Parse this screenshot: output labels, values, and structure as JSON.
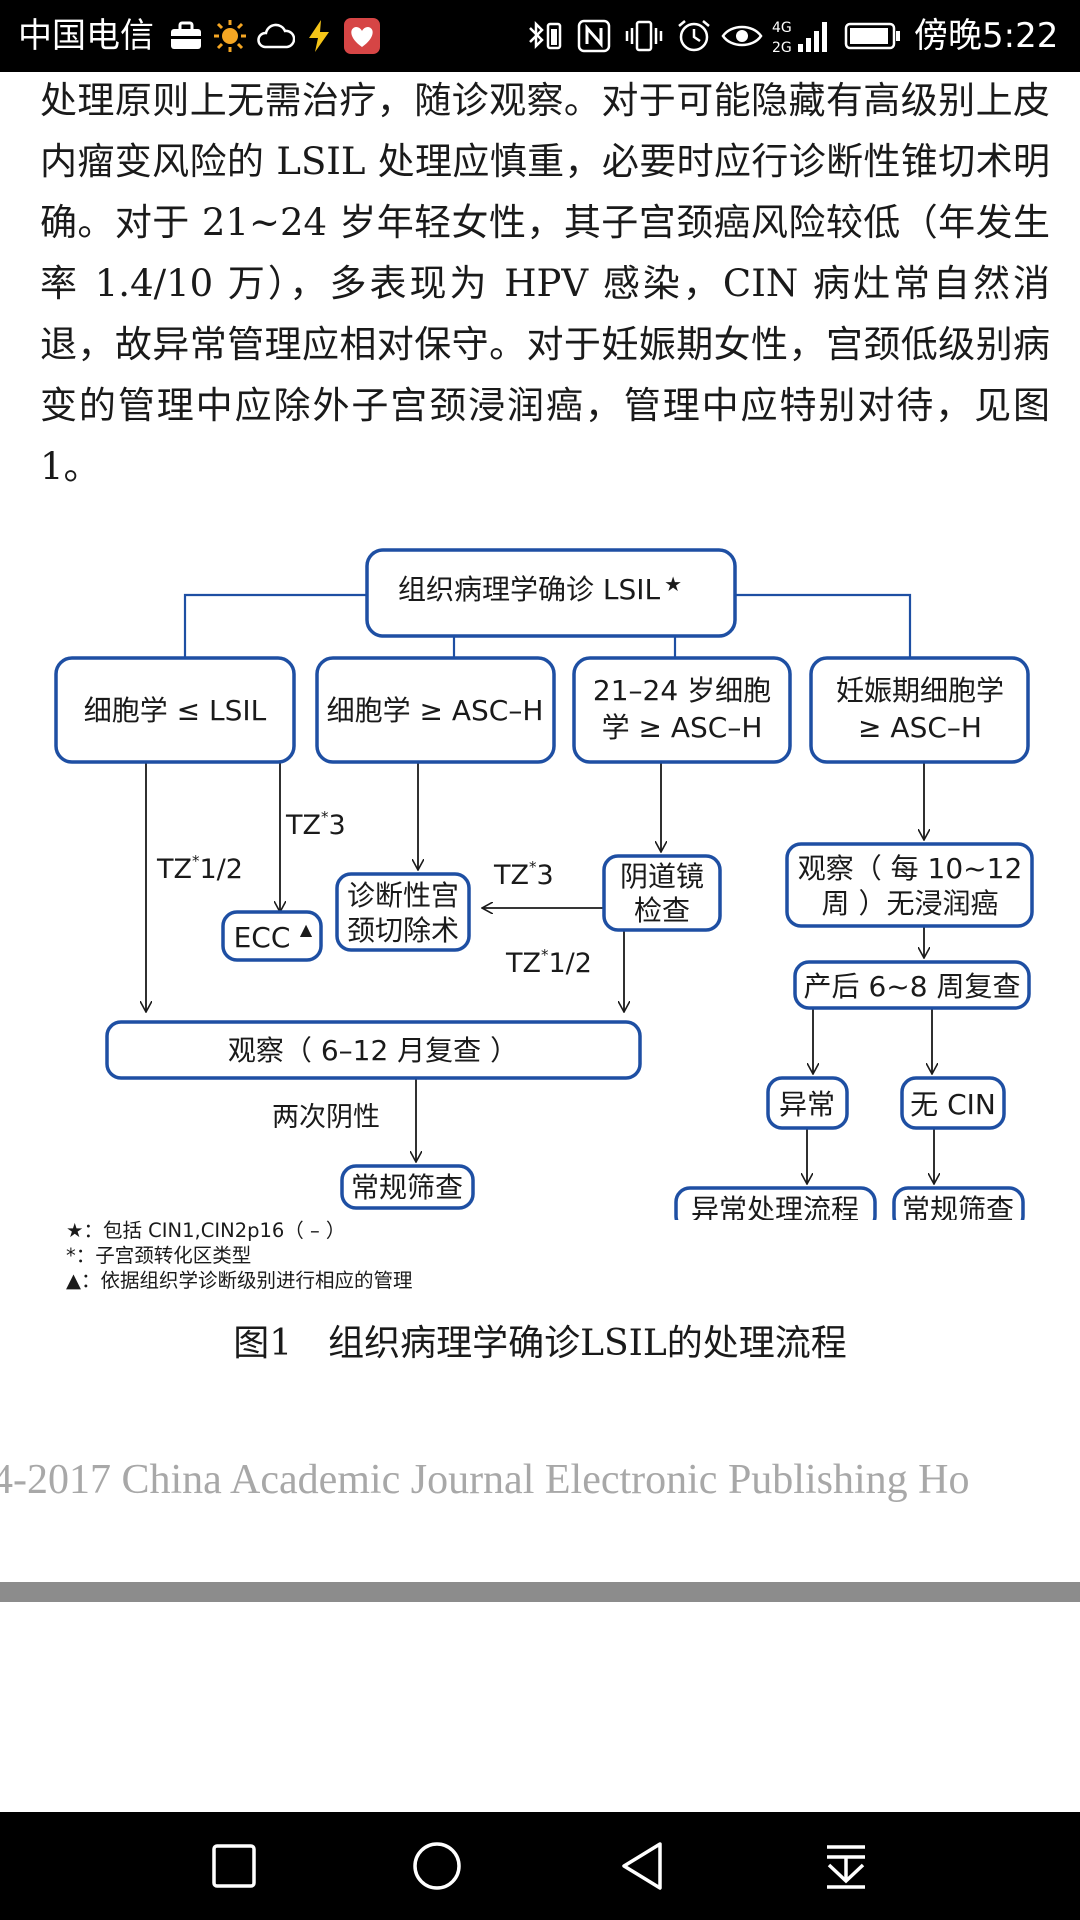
{
  "status_bar": {
    "carrier": "中国电信",
    "network": "4G 2G",
    "time": "傍晚5:22"
  },
  "article": {
    "text": "处理原则上无需治疗，随诊观察。对于可能隐藏有高级别上皮内瘤变风险的 LSIL 处理应慎重，必要时应行诊断性锥切术明确。对于 21~24 岁年轻女性，其子宫颈癌风险较低（年发生率 1.4/10 万），多表现为 HPV 感染，CIN 病灶常自然消退，故异常管理应相对保守。对于妊娠期女性，宫颈低级别病变的管理中应除外子宫颈浸润癌，管理中应特别对待，见图 1。"
  },
  "figure": {
    "nodes": {
      "root": "组织病理学确诊 LSIL",
      "root_mark": "★",
      "cyto_lsil": "细胞学 ≤ LSIL",
      "cyto_asch": "细胞学 ≥ ASC–H",
      "age_line1": "21–24 岁细胞",
      "age_line2": "学 ≥ ASC–H",
      "preg_line1": "妊娠期细胞学",
      "preg_line2": "≥ ASC–H",
      "ecc": "ECC",
      "ecc_mark": "▲",
      "cone_line1": "诊断性宫",
      "cone_line2": "颈切除术",
      "colpo_line1": "阴道镜",
      "colpo_line2": "检查",
      "obs_preg_line1": "观察（ 每 10~12",
      "obs_preg_line2": "周 ）无浸润癌",
      "postpartum": "产后 6~8 周复查",
      "observe": "观察（ 6–12 月复查 ）",
      "routine_left": "常规筛查",
      "abnormal": "异常",
      "no_cin": "无 CIN",
      "abnormal_flow": "异常处理流程",
      "routine_right": "常规筛查"
    },
    "edge_labels": {
      "tz_prefix": "TZ",
      "sup": "*",
      "tz12_left": "1/2",
      "tz3_left": "3",
      "tz3_mid": "3",
      "tz12_mid": "1/2",
      "two_negative": "两次阴性"
    },
    "notes": [
      "★：包括 CIN1,CIN2p16（ – ）",
      "*：子宫颈转化区类型",
      "▲：依据组织学诊断级别进行相应的管理"
    ],
    "caption": "图1　组织病理学确诊LSIL的处理流程"
  },
  "watermark": "4-2017 China Academic Journal Electronic Publishing Ho",
  "colors": {
    "node_stroke": "#1e4fa3",
    "status_bg": "#000000"
  },
  "icons": [
    "briefcase-icon",
    "sun-icon",
    "cloud-icon",
    "bolt-icon",
    "heart-app-icon",
    "bluetooth-icon",
    "nfc-icon",
    "vibrate-icon",
    "alarm-icon",
    "eye-icon",
    "signal-icon",
    "battery-icon",
    "recents-icon",
    "home-icon",
    "back-icon",
    "dropdown-icon"
  ]
}
